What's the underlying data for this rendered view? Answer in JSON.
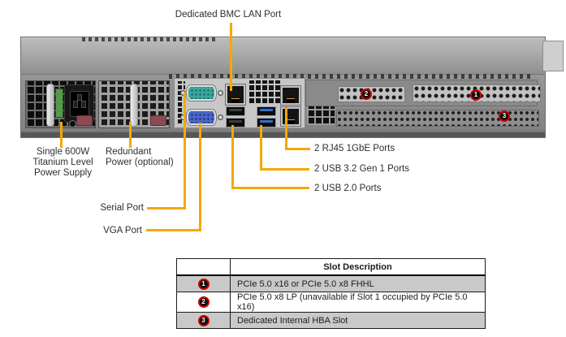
{
  "labels": {
    "bmc": "Dedicated BMC LAN Port",
    "psu": [
      "Single 600W",
      "Titanium Level",
      "Power Supply"
    ],
    "redundant": [
      "Redundant",
      "Power (optional)"
    ],
    "serial": "Serial Port",
    "vga": "VGA Port",
    "rj45": "2 RJ45 1GbE Ports",
    "usb32": "2 USB 3.2 Gen 1 Ports",
    "usb20": "2 USB 2.0 Ports"
  },
  "markers": {
    "slot1": "1",
    "slot2": "2",
    "slot3": "3"
  },
  "table": {
    "header": "Slot Description",
    "rows": [
      {
        "num": "1",
        "desc": "PCIe 5.0 x16 or PCIe 5.0 x8 FHHL"
      },
      {
        "num": "2",
        "desc": "PCIe 5.0 x8 LP (unavailable if Slot 1 occupied by PCIe 5.0 x16)"
      },
      {
        "num": "3",
        "desc": "Dedicated Internal HBA Slot"
      }
    ]
  },
  "colors": {
    "callout_line": "#F5A800",
    "marker_ring": "#CC0000",
    "serial_port": "#3BA79E",
    "vga_port": "#4A67C8",
    "usb3_port": "#2B6FD4"
  }
}
